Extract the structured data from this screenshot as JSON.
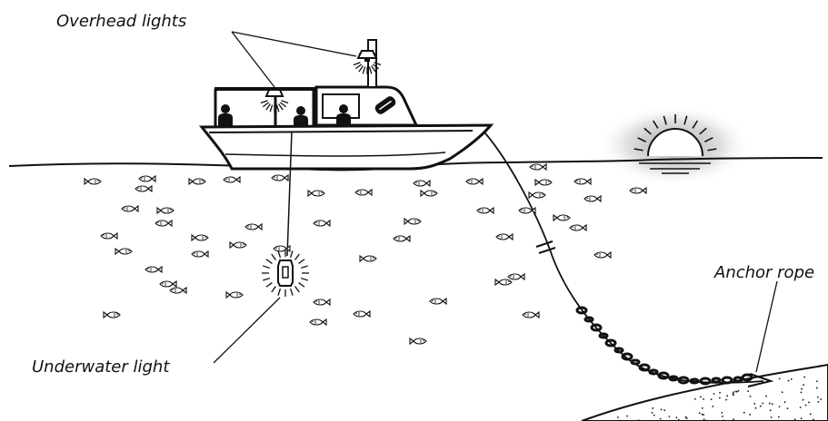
{
  "labels": {
    "overhead_lights": "Overhead lights",
    "underwater_light": "Underwater light",
    "anchor_rope": "Anchor rope"
  },
  "colors": {
    "ink": "#111111",
    "sun_glow": "#bdbdbd",
    "background": "#ffffff"
  },
  "icons": [
    "boat",
    "person",
    "lamp",
    "fish",
    "sun",
    "anchor-chain",
    "seabed"
  ]
}
